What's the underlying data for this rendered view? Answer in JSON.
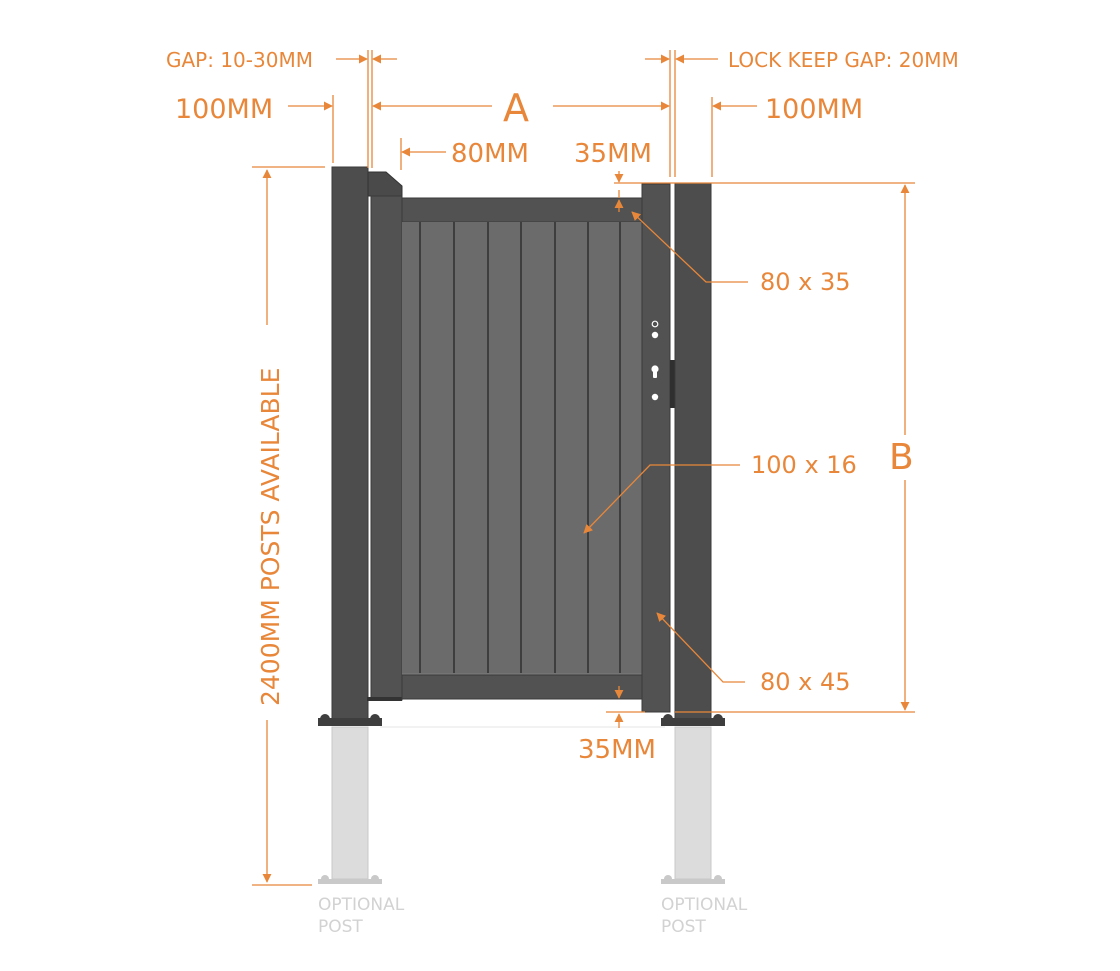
{
  "diagram": {
    "title": "Single pedestrian gate dimension diagram",
    "colors": {
      "accent": "#e8873a",
      "post": "#4d4d4d",
      "frame": "#525252",
      "slat": "#6b6b6b",
      "slat_line": "#3e3e3e",
      "optional_post": "#dcdcdc",
      "optional_text": "#d2d2d2"
    },
    "labels": {
      "hinge_gap": "GAP: 10-30MM",
      "lock_keep_gap": "LOCK KEEP GAP: 20MM",
      "left_post_width": "100MM",
      "right_post_width": "100MM",
      "width_a": "A",
      "height_b": "B",
      "stile_width": "80MM",
      "top_clearance": "35MM",
      "bottom_clearance": "35MM",
      "top_rail_size": "80 x 35",
      "slat_size": "100 x 16",
      "bottom_rail_size": "80 x 45",
      "post_height_note": "2400MM POSTS AVAILABLE",
      "optional_post_left_line1": "OPTIONAL",
      "optional_post_left_line2": "POST",
      "optional_post_right_line1": "OPTIONAL",
      "optional_post_right_line2": "POST"
    },
    "icons": {
      "lock_cylinder": "keyhole-icon",
      "handle_spindle": "spindle-dot-icon"
    }
  }
}
